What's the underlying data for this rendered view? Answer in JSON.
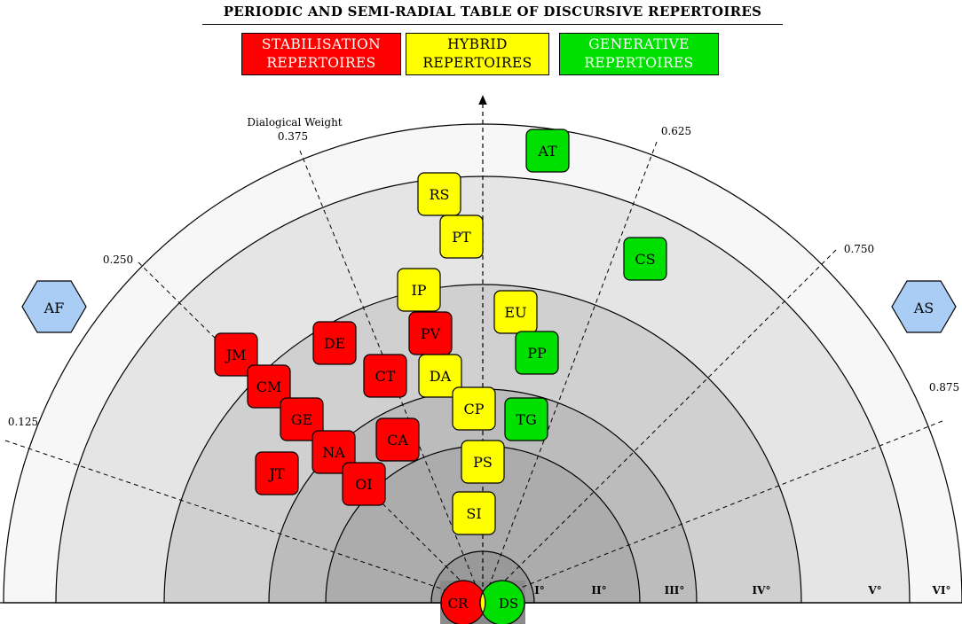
{
  "title": "PERIODIC AND SEMI-RADIAL TABLE OF DISCURSIVE REPERTOIRES",
  "legend": [
    {
      "id": "stab",
      "line1": "STABILISATION",
      "line2": "REPERTOIRES",
      "color": "#ff0000"
    },
    {
      "id": "hyb",
      "line1": "HYBRID",
      "line2": "REPERTOIRES",
      "color": "#ffff00"
    },
    {
      "id": "gen",
      "line1": "GENERATIVE",
      "line2": "REPERTOIRES",
      "color": "#00e000"
    }
  ],
  "colors": {
    "stabilisation": "#ff0000",
    "hybrid": "#ffff00",
    "generative": "#00e000",
    "hexagon": "#a9cdf5"
  },
  "axis_title": "Dialogical Weight",
  "weight_labels": [
    "0.125",
    "0.250",
    "0.375",
    "0.625",
    "0.750",
    "0.875"
  ],
  "ring_labels": [
    "I°",
    "II°",
    "III°",
    "IV°",
    "V°",
    "VI°"
  ],
  "hexagons": {
    "left": "AF",
    "right": "AS"
  },
  "origin": {
    "left": "CR",
    "right": "DS"
  },
  "repertoires": [
    {
      "code": "JM",
      "type": "stabilisation"
    },
    {
      "code": "DE",
      "type": "stabilisation"
    },
    {
      "code": "CM",
      "type": "stabilisation"
    },
    {
      "code": "CT",
      "type": "stabilisation"
    },
    {
      "code": "PV",
      "type": "stabilisation"
    },
    {
      "code": "GE",
      "type": "stabilisation"
    },
    {
      "code": "CA",
      "type": "stabilisation"
    },
    {
      "code": "NA",
      "type": "stabilisation"
    },
    {
      "code": "JT",
      "type": "stabilisation"
    },
    {
      "code": "OI",
      "type": "stabilisation"
    },
    {
      "code": "RS",
      "type": "hybrid"
    },
    {
      "code": "PT",
      "type": "hybrid"
    },
    {
      "code": "IP",
      "type": "hybrid"
    },
    {
      "code": "EU",
      "type": "hybrid"
    },
    {
      "code": "DA",
      "type": "hybrid"
    },
    {
      "code": "CP",
      "type": "hybrid"
    },
    {
      "code": "PS",
      "type": "hybrid"
    },
    {
      "code": "SI",
      "type": "hybrid"
    },
    {
      "code": "AT",
      "type": "generative"
    },
    {
      "code": "CS",
      "type": "generative"
    },
    {
      "code": "PP",
      "type": "generative"
    },
    {
      "code": "TG",
      "type": "generative"
    }
  ]
}
